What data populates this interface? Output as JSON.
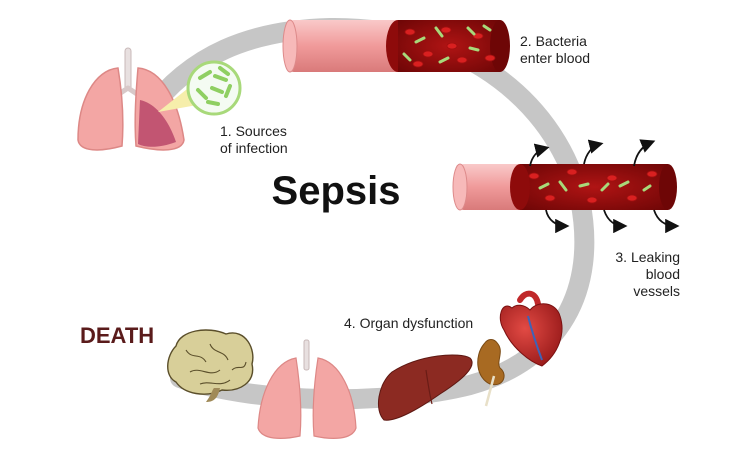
{
  "title": "Sepsis",
  "end_label": "DEATH",
  "steps": [
    {
      "id": 1,
      "label": "1. Sources\nof infection"
    },
    {
      "id": 2,
      "label": "2. Bacteria\nenter blood"
    },
    {
      "id": 3,
      "label": "3. Leaking\nblood\nvessels"
    },
    {
      "id": 4,
      "label": "4. Organ dysfunction"
    }
  ],
  "colors": {
    "path": "#c6c6c6",
    "vessel_wall": "#f2a7a7",
    "blood": "#8e0b0b",
    "red_cell": "#d92020",
    "bacteria": "#a8d97a",
    "lung": "#f3a6a4",
    "liver": "#8c2a22",
    "kidney": "#a86a22",
    "heart": "#c0282a",
    "brain": "#d8cf99",
    "arrow": "#111111"
  },
  "icons": [
    "lungs-icon",
    "bacteria-zoom-icon",
    "blood-vessel-icon",
    "leaking-vessel-icon",
    "heart-icon",
    "kidney-icon",
    "liver-icon",
    "brain-icon"
  ]
}
